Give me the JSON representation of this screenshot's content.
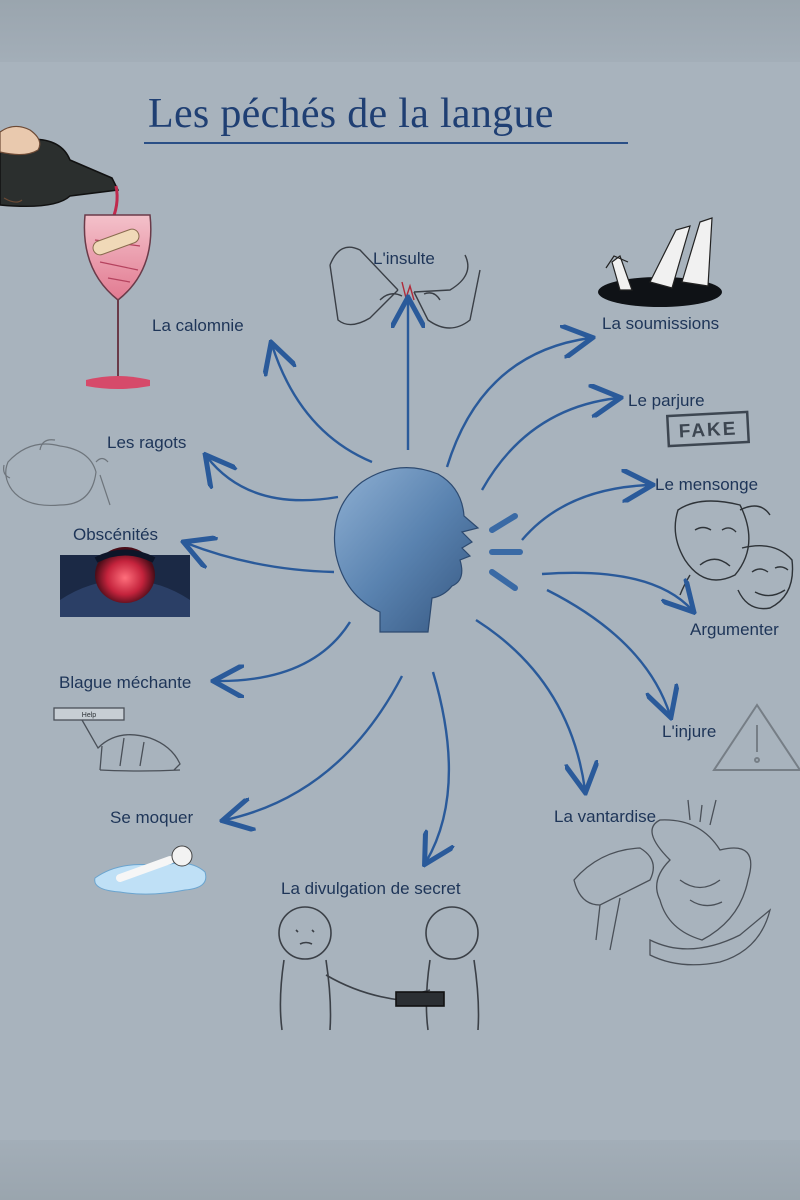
{
  "title": "Les péchés de la langue",
  "center": {
    "icon": "speaking-head-icon"
  },
  "items": [
    {
      "key": "insulte",
      "label": "L'insulte",
      "icon": "tearing-paper-hands-icon"
    },
    {
      "key": "calomnie",
      "label": "La calomnie",
      "icon": "wine-glass-pouring-icon"
    },
    {
      "key": "ragots",
      "label": "Les ragots",
      "icon": "gossip-sketch-icon"
    },
    {
      "key": "obscenites",
      "label": "Obscénités",
      "icon": "red-glowing-throat-icon"
    },
    {
      "key": "blague",
      "label": "Blague méchante",
      "icon": "help-sign-sketch-icon",
      "sign_text": "Help"
    },
    {
      "key": "moquer",
      "label": "Se moquer",
      "icon": "figure-in-puddle-icon"
    },
    {
      "key": "divulgation",
      "label": "La divulgation de secret",
      "icon": "two-figures-handshake-icon"
    },
    {
      "key": "vantardise",
      "label": "La vantardise",
      "icon": "anatomical-heart-hands-icon"
    },
    {
      "key": "injure",
      "label": "L'injure",
      "icon": "warning-triangle-icon"
    },
    {
      "key": "argumenter",
      "label": "Argumenter",
      "icon": "theater-masks-icon"
    },
    {
      "key": "mensonge",
      "label": "Le mensonge",
      "icon": "theater-masks-icon"
    },
    {
      "key": "parjure",
      "label": "Le parjure",
      "icon": "fake-stamp-icon",
      "stamp_text": "FAKE"
    },
    {
      "key": "soumissions",
      "label": "La soumissions",
      "icon": "legs-in-hole-icon"
    }
  ],
  "colors": {
    "background": "#a8b3bd",
    "title": "#1f3f73",
    "arrow": "#2a5a9a",
    "head": "#4f79a8",
    "label": "#1e3558"
  }
}
